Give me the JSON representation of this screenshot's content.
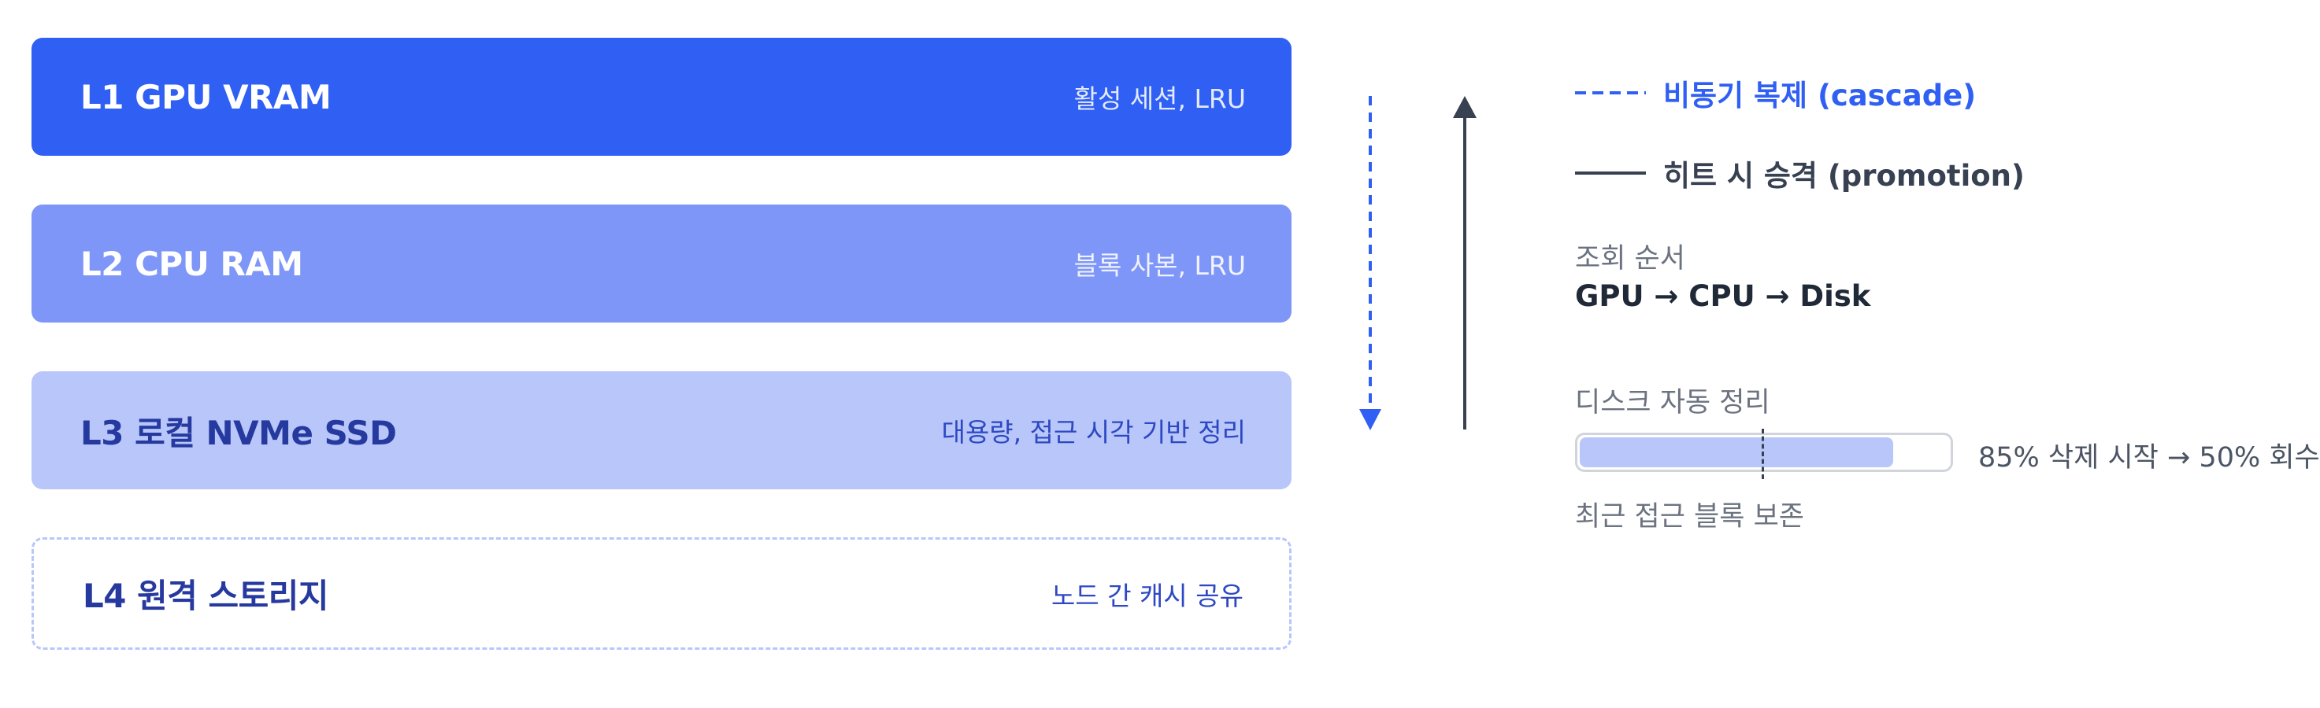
{
  "tiers": [
    {
      "title": "L1 GPU VRAM",
      "desc": "활성 세션, LRU"
    },
    {
      "title": "L2 CPU RAM",
      "desc": "블록 사본, LRU"
    },
    {
      "title": "L3 로컬 NVMe SSD",
      "desc": "대용량, 접근 시각 기반 정리"
    },
    {
      "title": "L4 원격 스토리지",
      "desc": "노드 간 캐시 공유"
    }
  ],
  "legend": {
    "cascade": "비동기 복제 (cascade)",
    "promotion": "히트 시 승격 (promotion)"
  },
  "lookup": {
    "label": "조회 순서",
    "value": "GPU → CPU → Disk"
  },
  "cleanup": {
    "label": "디스크 자동 정리",
    "fill_fraction": 0.85,
    "threshold_fraction": 0.5,
    "note": "85% 삭제 시작 → 50% 회수",
    "retain": "최근 접근 블록 보존"
  },
  "colors": {
    "accent": "#2f5ff3",
    "l2": "#7e96f7",
    "l3": "#b8c6fa",
    "dark": "#374151"
  }
}
